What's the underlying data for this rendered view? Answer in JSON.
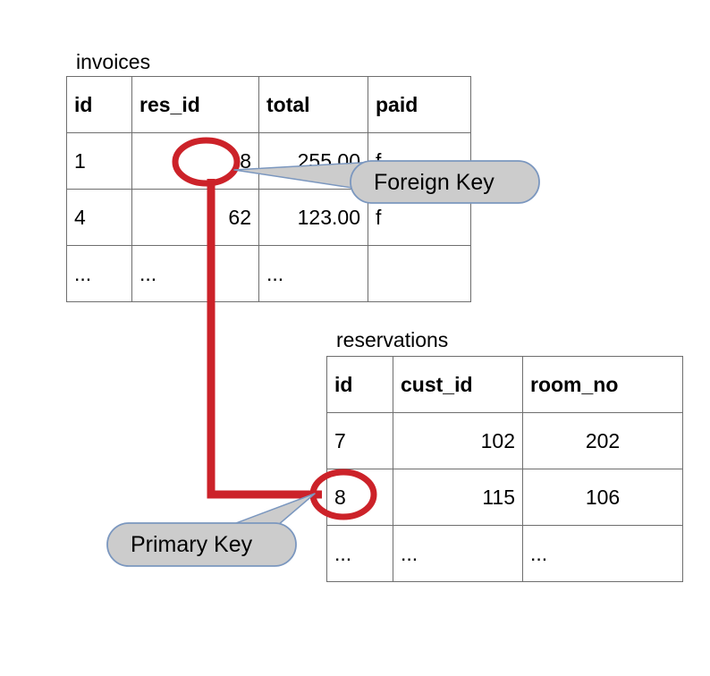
{
  "diagram": {
    "type": "database-relationship-diagram",
    "colors": {
      "link": "#cc2229",
      "callout_fill": "#cccccc",
      "callout_border": "#7b97bf",
      "table_border": "#6e6e6e",
      "text": "#000000",
      "background": "#ffffff"
    }
  },
  "tables": {
    "invoices": {
      "title": "invoices",
      "columns": [
        "id",
        "res_id",
        "total",
        "paid"
      ],
      "align": [
        "left",
        "right",
        "right",
        "left"
      ],
      "rows": [
        [
          "1",
          "8",
          "255.00",
          "f"
        ],
        [
          "4",
          "62",
          "123.00",
          "f"
        ],
        [
          "...",
          "...",
          "...",
          ""
        ]
      ]
    },
    "reservations": {
      "title": "reservations",
      "columns": [
        "id",
        "cust_id",
        "room_no"
      ],
      "align": [
        "left",
        "right",
        "center"
      ],
      "rows": [
        [
          "7",
          "102",
          "202"
        ],
        [
          "8",
          "115",
          "106"
        ],
        [
          "...",
          "...",
          "..."
        ]
      ]
    }
  },
  "callouts": {
    "foreign_key": {
      "label": "Foreign Key",
      "points_to": "invoices.res_id value 8"
    },
    "primary_key": {
      "label": "Primary Key",
      "points_to": "reservations.id value 8"
    }
  },
  "annotations": {
    "highlight_source": "8",
    "highlight_target": "8",
    "relationship": "invoices.res_id references reservations.id"
  }
}
